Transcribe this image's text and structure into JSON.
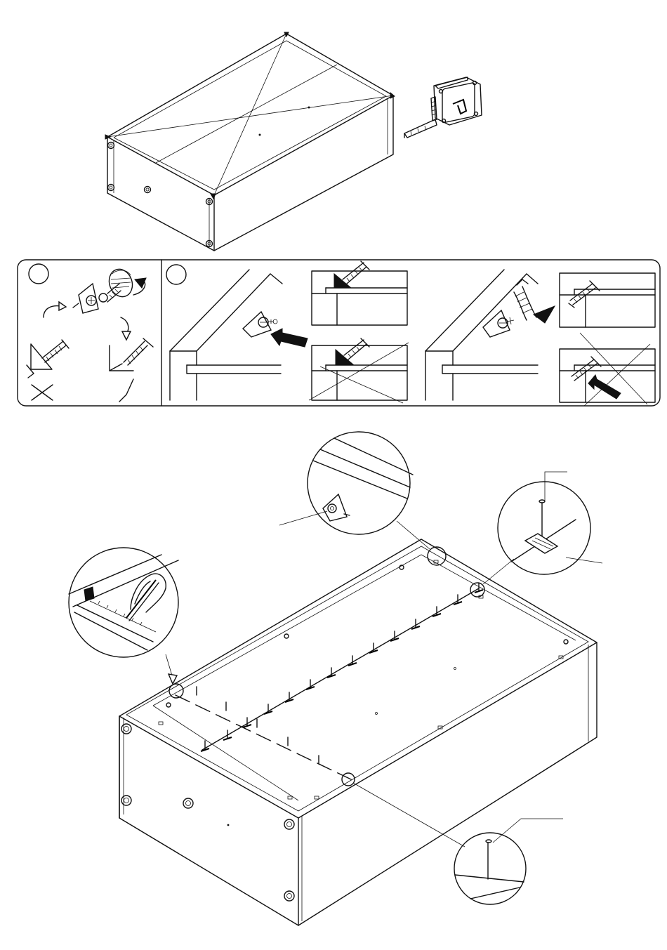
{
  "document": {
    "type": "assembly-instructions-page",
    "sections": [
      "top-diagonal-measurement",
      "corner-bracket-panel",
      "back-panel-nailing"
    ]
  },
  "panel": {
    "step_a_number": "",
    "step_b_number": ""
  },
  "icons": {
    "tape_measure": "tape-measure-icon",
    "screwdriver_rotation": "rotation-arrow-icon",
    "screw": "screw-icon",
    "bracket": "corner-bracket-icon",
    "nail": "nail-icon",
    "pencil_hand": "pencil-hand-icon",
    "cross_mark": "cross-mark-icon",
    "check_mark": "check-mark-icon",
    "push_arrow": "push-arrow-icon"
  },
  "colors": {
    "line": "#111111",
    "background": "#ffffff"
  }
}
